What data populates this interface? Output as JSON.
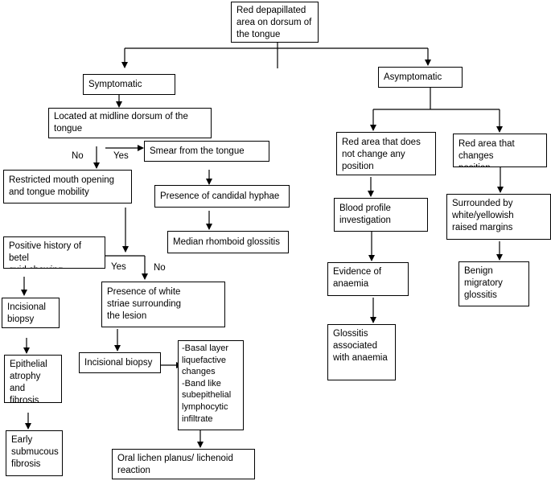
{
  "nodes": {
    "root": "Red depapillated\narea on dorsum of\nthe tongue",
    "symptomatic": "Symptomatic",
    "asymptomatic": "Asymptomatic",
    "midline": "Located at midline dorsum of the\ntongue",
    "smear": "Smear from the tongue",
    "restricted": "Restricted mouth opening\nand tongue mobility",
    "candidal": "Presence of candidal hyphae",
    "median": "Median rhomboid glossitis",
    "betel": "Positive history of betel\nquid chewing",
    "white_striae": "Presence of white\nstriae surrounding\nthe lesion",
    "biopsy_left": "Incisional\nbiopsy",
    "epithelial": "Epithelial\natrophy and\nfibrosis",
    "submucous": "Early\nsubmucous\nfibrosis",
    "biopsy_mid": "Incisional biopsy",
    "basal": "-Basal layer\nliquefactive\nchanges\n-Band like\nsubepithelial\nlymphocytic\ninfiltrate",
    "lichen": "Oral lichen planus/ lichenoid\nreaction",
    "no_change": "Red area that does\nnot change any\nposition",
    "changes": "Red area that changes\nposition",
    "blood": "Blood profile\ninvestigation",
    "anaemia_ev": "Evidence of\nanaemia",
    "glossitis_anaemia": "Glossitis\nassociated\nwith anaemia",
    "surrounded": "Surrounded by\nwhite/yellowish\nraised margins",
    "benign": "Benign\nmigratory\nglossitis"
  },
  "labels": {
    "no_midline": "No",
    "yes_midline": "Yes",
    "yes_betel": "Yes",
    "no_betel": "No"
  }
}
